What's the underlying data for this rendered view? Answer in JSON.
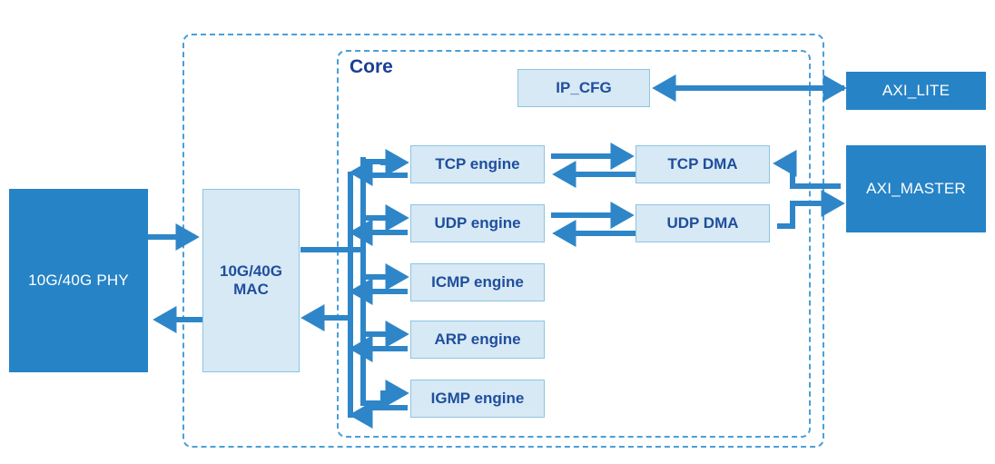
{
  "diagram": {
    "title_label": "Core",
    "colors": {
      "dark_block": "#2683C6",
      "light_block": "#D7E9F5",
      "light_block_border": "#8CC5E3",
      "arrow": "#2E86C8",
      "dashed_border": "#4A9FD8",
      "light_text": "#1F4E9C",
      "dark_text": "#FFFFFF",
      "core_label_text": "#1B3F94",
      "background": "#FFFFFF"
    },
    "blocks": {
      "phy": {
        "label": "10G/40G PHY",
        "style": "dark"
      },
      "mac": {
        "label": "10G/40G\nMAC",
        "line1": "10G/40G",
        "line2": "MAC",
        "style": "light"
      },
      "ip_cfg": {
        "label": "IP_CFG",
        "style": "light"
      },
      "axi_lite": {
        "label": "AXI_LITE",
        "style": "dark"
      },
      "axi_master": {
        "label": "AXI_MASTER",
        "style": "dark"
      }
    },
    "engines": [
      {
        "label": "TCP engine"
      },
      {
        "label": "UDP engine"
      },
      {
        "label": "ICMP engine"
      },
      {
        "label": "ARP engine"
      },
      {
        "label": "IGMP engine"
      }
    ],
    "dmas": [
      {
        "label": "TCP DMA"
      },
      {
        "label": "UDP DMA"
      }
    ],
    "connections": [
      {
        "from": "10G/40G PHY",
        "to": "10G/40G MAC",
        "direction": "right"
      },
      {
        "from": "10G/40G MAC",
        "to": "10G/40G PHY",
        "direction": "left"
      },
      {
        "from": "10G/40G MAC",
        "to": "engine bus",
        "direction": "right"
      },
      {
        "from": "engine bus",
        "to": "10G/40G MAC",
        "direction": "left"
      },
      {
        "from": "engine bus",
        "to": "TCP engine",
        "direction": "bidirectional"
      },
      {
        "from": "engine bus",
        "to": "UDP engine",
        "direction": "bidirectional"
      },
      {
        "from": "engine bus",
        "to": "ICMP engine",
        "direction": "bidirectional"
      },
      {
        "from": "engine bus",
        "to": "ARP engine",
        "direction": "bidirectional"
      },
      {
        "from": "engine bus",
        "to": "IGMP engine",
        "direction": "bidirectional"
      },
      {
        "from": "TCP engine",
        "to": "TCP DMA",
        "direction": "bidirectional"
      },
      {
        "from": "UDP engine",
        "to": "UDP DMA",
        "direction": "bidirectional"
      },
      {
        "from": "TCP DMA",
        "to": "AXI_MASTER",
        "direction": "bidirectional"
      },
      {
        "from": "UDP DMA",
        "to": "AXI_MASTER",
        "direction": "bidirectional"
      },
      {
        "from": "IP_CFG",
        "to": "AXI_LITE",
        "direction": "bidirectional"
      }
    ]
  }
}
